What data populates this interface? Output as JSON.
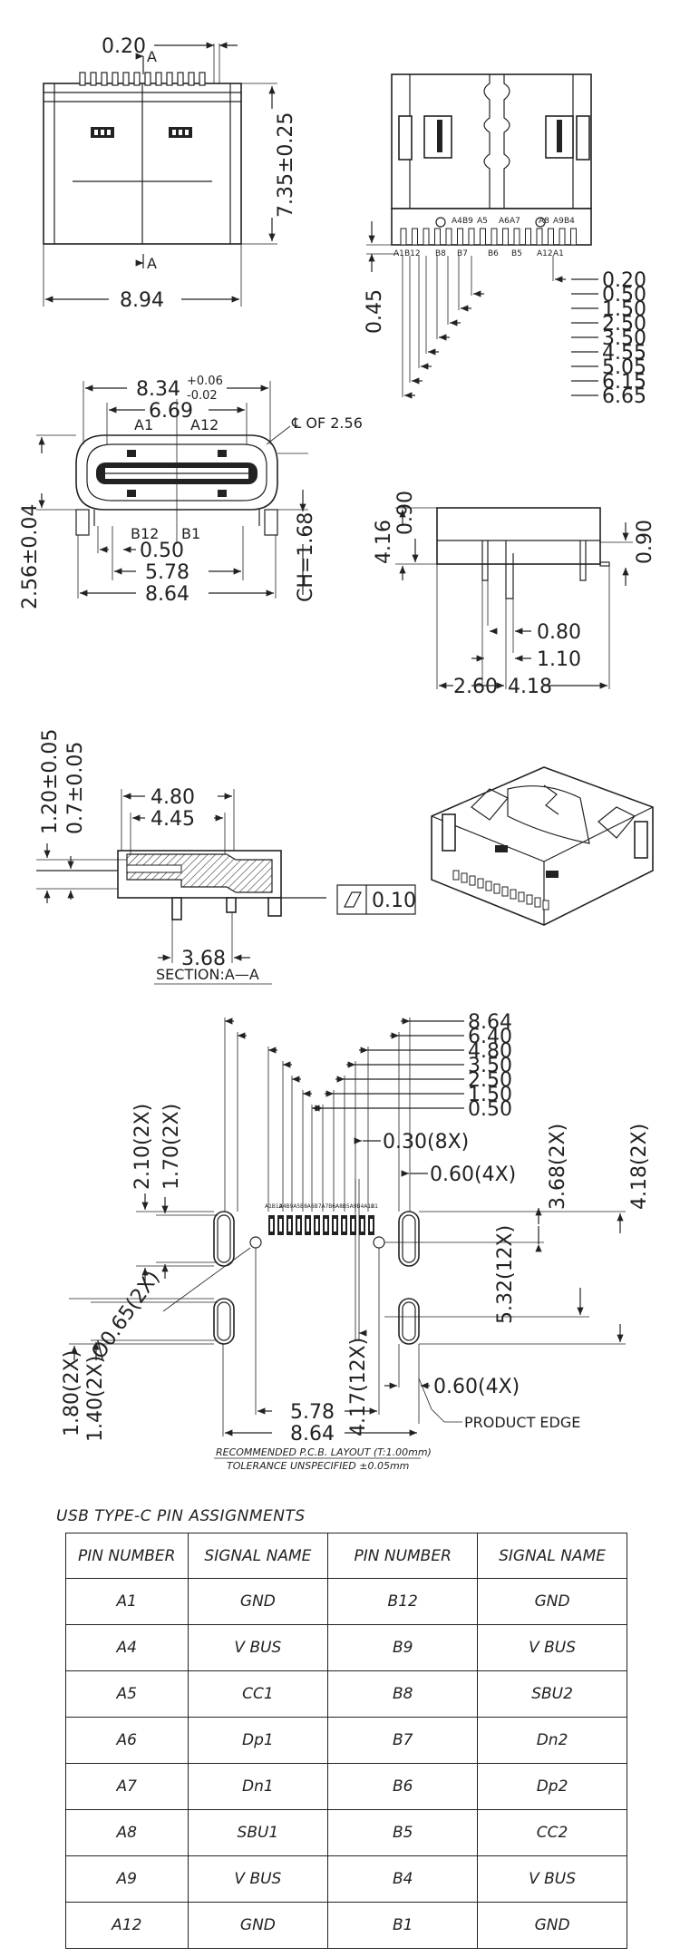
{
  "top_front": {
    "d_020": "0.20",
    "sec_a": "A",
    "d_735": "7.35±0.25",
    "d_894": "8.94"
  },
  "top_rear": {
    "pins_top": [
      "A4",
      "B9",
      "A5",
      "A6",
      "A7",
      "A8",
      "A9",
      "B4"
    ],
    "pins_bottom": [
      "A1",
      "B12",
      "B8",
      "B7",
      "B6",
      "B5",
      "A12",
      "A1"
    ],
    "d_045": "0.45",
    "right_dims": [
      "0.20",
      "0.50",
      "1.50",
      "2.50",
      "3.50",
      "4.55",
      "5.05",
      "6.15",
      "6.65"
    ]
  },
  "mid_front": {
    "d_834": "8.34",
    "tol_up": "+0.06",
    "tol_dn": "-0.02",
    "d_669": "6.69",
    "a1": "A1",
    "a12": "A12",
    "cl_note": "℄ OF 2.56",
    "b12": "B12",
    "b1": "B1",
    "d_256": "2.56±0.04",
    "d_050": "0.50",
    "d_578": "5.78",
    "d_864": "8.64",
    "d_ch": "CH=1.68"
  },
  "side": {
    "d_416": "4.16",
    "d_090a": "0.90",
    "d_090b": "0.90",
    "d_080": "0.80",
    "d_110": "1.10",
    "d_260": "2.60",
    "d_418": "4.18"
  },
  "section": {
    "d_120": "1.20±0.05",
    "d_07": "0.7±0.05",
    "d_480": "4.80",
    "d_445": "4.45",
    "d_368": "3.68",
    "title": "SECTION:A—A",
    "flat": "0.10"
  },
  "pcb": {
    "top_dims": [
      "8.64",
      "6.40",
      "4.80",
      "3.50",
      "2.50",
      "1.50",
      "0.50",
      "0.30(8X)",
      "0.60(4X)"
    ],
    "pin_labels": [
      "A1",
      "B12",
      "A4",
      "B9",
      "A5",
      "B8",
      "A6",
      "B7",
      "A7",
      "B6",
      "A8",
      "B5",
      "A9",
      "B4",
      "A12",
      "B1"
    ],
    "d_210": "2.10(2X)",
    "d_170": "1.70(2X)",
    "d_368": "3.68(2X)",
    "d_418": "4.18(2X)",
    "d_532": "5.32(12X)",
    "d_065": "Ø0.65(2X)",
    "d_180": "1.80(2X)",
    "d_140": "1.40(2X)",
    "d_417": "4.17(12X)",
    "d_060": "0.60(4X)",
    "d_578": "5.78",
    "d_864": "8.64",
    "edge": "PRODUCT EDGE",
    "note1": "RECOMMENDED   P.C.B. LAYOUT (T:1.00mm)",
    "note2": "TOLERANCE  UNSPECIFIED  ±0.05mm"
  },
  "table": {
    "title": "USB TYPE-C PIN ASSIGNMENTS",
    "headers": [
      "PIN NUMBER",
      "SIGNAL NAME",
      "PIN NUMBER",
      "SIGNAL NAME"
    ],
    "rows": [
      [
        "A1",
        "GND",
        "B12",
        "GND"
      ],
      [
        "A4",
        "V BUS",
        "B9",
        "V BUS"
      ],
      [
        "A5",
        "CC1",
        "B8",
        "SBU2"
      ],
      [
        "A6",
        "Dp1",
        "B7",
        "Dn2"
      ],
      [
        "A7",
        "Dn1",
        "B6",
        "Dp2"
      ],
      [
        "A8",
        "SBU1",
        "B5",
        "CC2"
      ],
      [
        "A9",
        "V BUS",
        "B4",
        "V BUS"
      ],
      [
        "A12",
        "GND",
        "B1",
        "GND"
      ]
    ]
  }
}
